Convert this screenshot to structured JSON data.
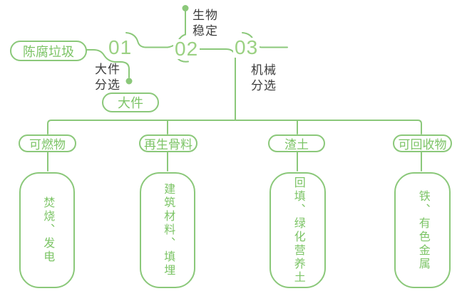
{
  "colors": {
    "line_green": "#8bc87a",
    "text_green": "#7cc466",
    "number_green": "#9bd183",
    "dark_text": "#3d3d3d",
    "background": "#ffffff"
  },
  "source": {
    "label": "陈腐垃圾"
  },
  "steps": [
    {
      "number": "01",
      "label": "大件分选",
      "output": "大件"
    },
    {
      "number": "02",
      "label": "生物稳定"
    },
    {
      "number": "03",
      "label": "机械分选"
    }
  ],
  "branches": [
    {
      "category": "可燃物",
      "result": "焚烧、发电"
    },
    {
      "category": "再生骨料",
      "result": "建筑材料、填埋"
    },
    {
      "category": "渣土",
      "result": "回填、绿化营养土"
    },
    {
      "category": "可回收物",
      "result": "铁、有色金属"
    }
  ]
}
